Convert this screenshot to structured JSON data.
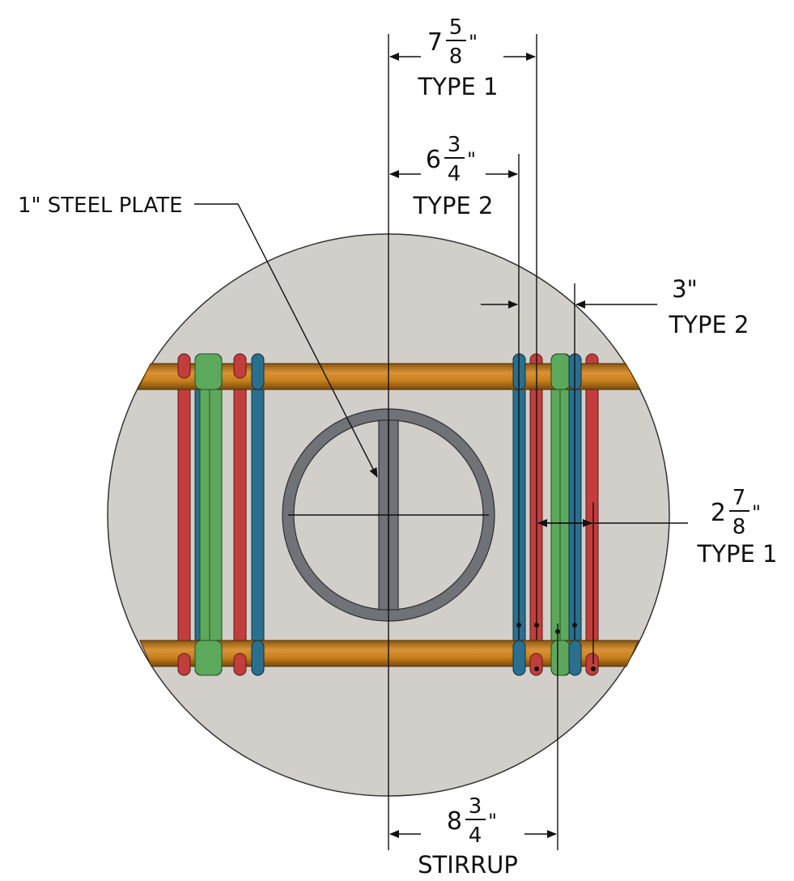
{
  "callout": {
    "label": "1\" STEEL PLATE"
  },
  "dimensions": {
    "type1_outer": {
      "whole": "7",
      "num": "5",
      "den": "8",
      "unit": "\"",
      "label": "TYPE 1"
    },
    "type2_outer": {
      "whole": "6",
      "num": "3",
      "den": "4",
      "unit": "\"",
      "label": "TYPE 2"
    },
    "type2_spacing": {
      "value": "3\"",
      "label": "TYPE 2"
    },
    "type1_spacing": {
      "whole": "2",
      "num": "7",
      "den": "8",
      "unit": "\"",
      "label": "TYPE 1"
    },
    "stirrup": {
      "whole": "8",
      "num": "3",
      "den": "4",
      "unit": "\"",
      "label": "STIRRUP"
    }
  },
  "colors": {
    "concrete": "#d2cfca",
    "longitudinal_bar": "#c9811d",
    "type1_bar": "#c23e3c",
    "type2_bar": "#2a6f8e",
    "stirrup_bar": "#5da95c",
    "steel": "#6f7378"
  }
}
